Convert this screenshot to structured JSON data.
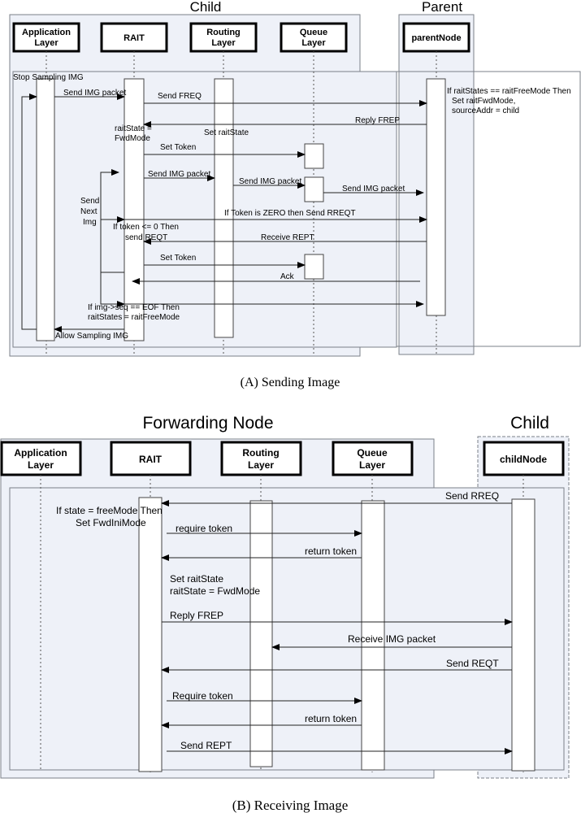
{
  "diagram_a": {
    "group_child": "Child",
    "group_parent": "Parent",
    "participants": [
      "Application Layer",
      "RAIT",
      "Routing Layer",
      "Queue Layer",
      "parentNode"
    ],
    "messages": [
      "Stop Sampling IMG",
      "Send IMG packet",
      "Send FREQ",
      "If raitStates == raitFreeMode Then",
      "Set raitFwdMode,",
      "sourceAddr = child",
      "Reply FREP",
      "raitState =",
      "FwdMode",
      "Set raitState",
      "Set Token",
      "Send IMG packet",
      "Send IMG packet",
      "Send IMG packet",
      "Send",
      "Next",
      "Img",
      "If Token is ZERO then Send RREQT",
      "If token <= 0 Then",
      "send REQT",
      "Receive REPT",
      "Set Token",
      "Ack",
      "If img->seq == EOF Then",
      "raitStates = raitFreeMode",
      "Allow Sampling IMG"
    ],
    "caption": "(A) Sending Image"
  },
  "diagram_b": {
    "group_forwarding": "Forwarding Node",
    "group_child": "Child",
    "participants": [
      "Application Layer",
      "RAIT",
      "Routing Layer",
      "Queue Layer",
      "childNode"
    ],
    "messages": [
      "Send RREQ",
      "If state = freeMode Then",
      "Set FwdIniMode",
      "require token",
      "return token",
      "Set raitState",
      "raitState = FwdMode",
      "Reply FREP",
      "Receive IMG packet",
      "Send REQT",
      "Require token",
      "return token",
      "Send REPT"
    ],
    "caption": "(B) Receiving Image"
  }
}
